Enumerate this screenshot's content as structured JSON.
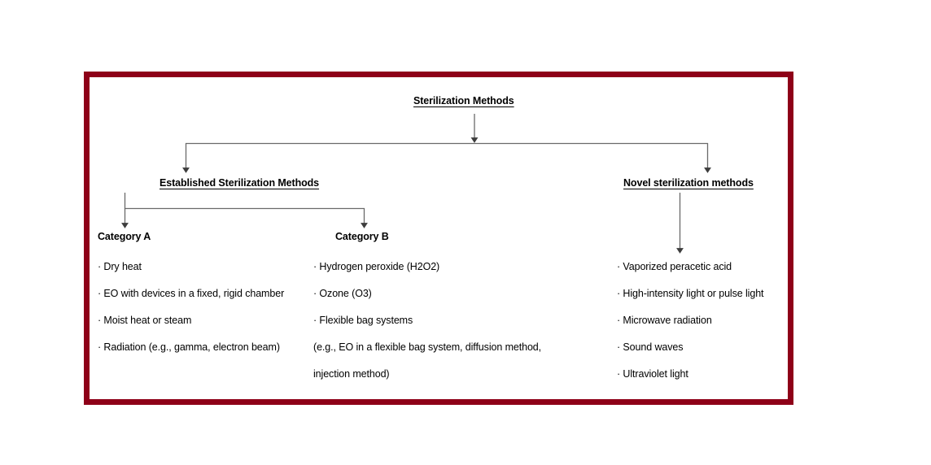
{
  "diagram": {
    "title": "Sterilization Methods",
    "frame_color": "#8e0018",
    "root": {
      "label": "Sterilization Methods"
    },
    "branches": {
      "established": {
        "label": "Established Sterilization Methods",
        "categories": [
          {
            "heading": "Category A",
            "items": [
              "· Dry heat",
              "· EO with devices in a fixed, rigid chamber",
              "· Moist heat or steam",
              "· Radiation (e.g., gamma, electron beam)"
            ]
          },
          {
            "heading": "Category B",
            "items": [
              "· Hydrogen peroxide (H2O2)",
              "· Ozone (O3)",
              "· Flexible bag systems",
              "(e.g., EO in a flexible bag system, diffusion method,",
              "injection method)"
            ]
          }
        ]
      },
      "novel": {
        "label": "Novel sterilization methods",
        "items": [
          "· Vaporized peracetic acid",
          "· High-intensity light or pulse light",
          "· Microwave radiation",
          "· Sound waves",
          "· Ultraviolet light"
        ]
      }
    }
  }
}
